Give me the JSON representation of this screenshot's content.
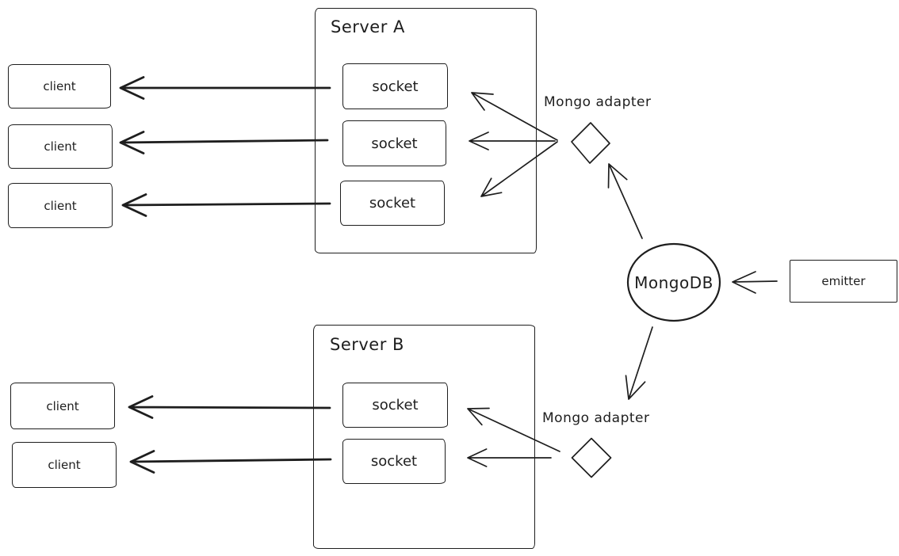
{
  "diagram": {
    "background": "#ffffff",
    "stroke_color": "#1e1e1e",
    "server_a": {
      "title": "Server A",
      "sockets": [
        "socket",
        "socket",
        "socket"
      ]
    },
    "server_b": {
      "title": "Server B",
      "sockets": [
        "socket",
        "socket"
      ]
    },
    "clients_top": [
      "client",
      "client",
      "client"
    ],
    "clients_bottom": [
      "client",
      "client"
    ],
    "adapters": {
      "top_label": "Mongo adapter",
      "bottom_label": "Mongo adapter"
    },
    "database": {
      "label": "MongoDB"
    },
    "emitter": {
      "label": "emitter"
    }
  }
}
